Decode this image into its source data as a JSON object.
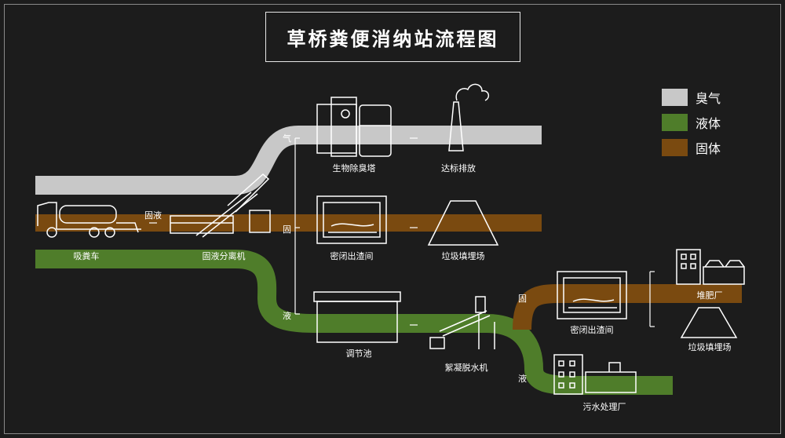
{
  "title": "草桥粪便消纳站流程图",
  "legend": [
    {
      "label": "臭气",
      "color": "#c8c8c8"
    },
    {
      "label": "液体",
      "color": "#4f7d2a"
    },
    {
      "label": "固体",
      "color": "#7a4a10"
    }
  ],
  "equipment": {
    "suction_truck": "吸粪车",
    "separator": "固液分离机",
    "deodorization_tower": "生物除臭塔",
    "chimney": "达标排放",
    "sealed_room_1": "密闭出渣间",
    "landfill_1": "垃圾填埋场",
    "regulating_tank": "调节池",
    "dewatering_machine": "絮凝脱水机",
    "sealed_room_2": "密闭出渣间",
    "compost_plant": "堆肥厂",
    "landfill_2": "垃圾填埋场",
    "sewage_plant": "污水处理厂"
  },
  "branch_labels": {
    "gas": "气",
    "solid": "固",
    "liquid": "液",
    "solid_liquid": "固液",
    "solid_2": "固",
    "liquid_2": "液"
  }
}
